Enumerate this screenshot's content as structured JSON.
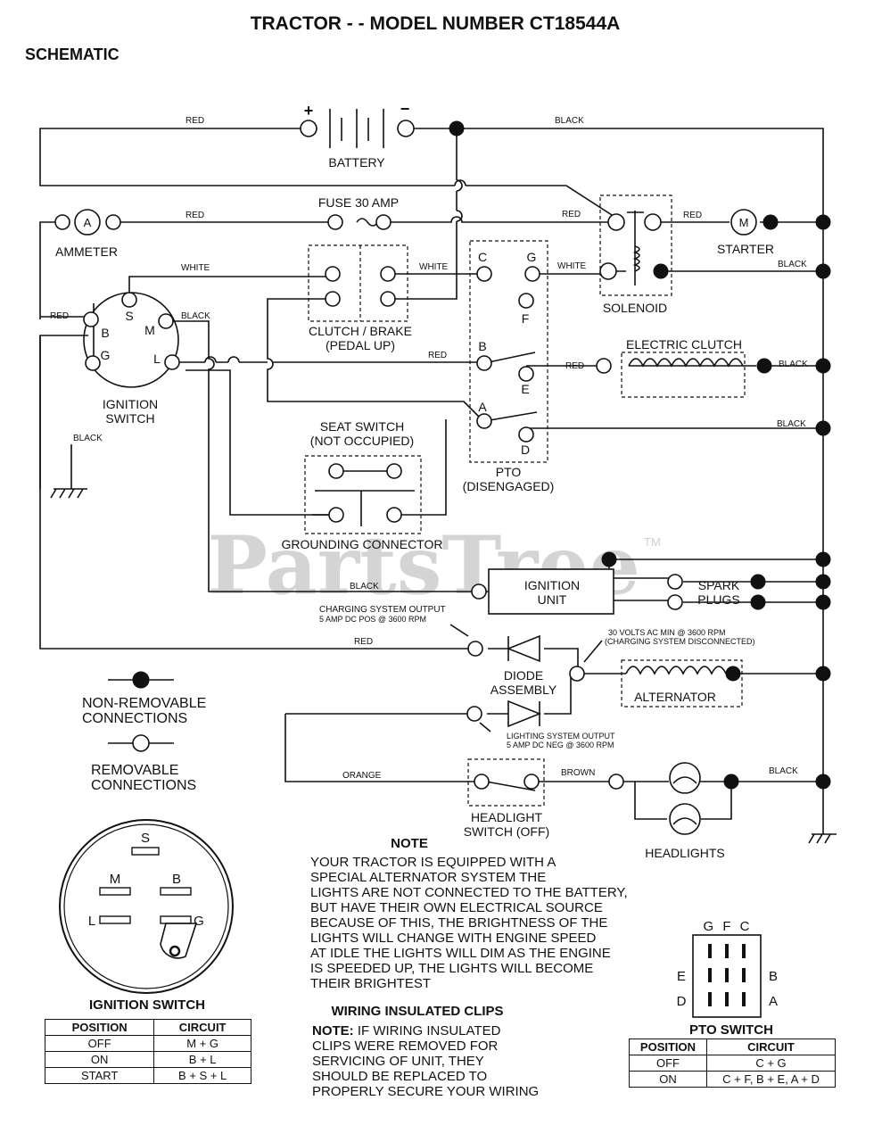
{
  "title": "TRACTOR - - MODEL NUMBER CT18544A",
  "subtitle": "SCHEMATIC",
  "watermark": "PartsTree",
  "watermark_tm": "TM",
  "components": {
    "battery": "BATTERY",
    "battery_plus": "+",
    "battery_minus": "−",
    "fuse": "FUSE 30 AMP",
    "ammeter": "AMMETER",
    "ammeter_symbol": "A",
    "starter": "STARTER",
    "starter_symbol": "M",
    "solenoid": "SOLENOID",
    "clutch_brake_1": "CLUTCH / BRAKE",
    "clutch_brake_2": "(PEDAL UP)",
    "electric_clutch": "ELECTRIC CLUTCH",
    "ignition_switch_1": "IGNITION",
    "ignition_switch_2": "SWITCH",
    "seat_switch_1": "SEAT SWITCH",
    "seat_switch_2": "(NOT OCCUPIED)",
    "grounding_connector": "GROUNDING CONNECTOR",
    "pto_1": "PTO",
    "pto_2": "(DISENGAGED)",
    "ignition_unit_1": "IGNITION",
    "ignition_unit_2": "UNIT",
    "spark_plugs_1": "SPARK",
    "spark_plugs_2": "PLUGS",
    "diode_1": "DIODE",
    "diode_2": "ASSEMBLY",
    "alternator": "ALTERNATOR",
    "headlight_switch_1": "HEADLIGHT",
    "headlight_switch_2": "SWITCH (OFF)",
    "headlights": "HEADLIGHTS"
  },
  "terminals": {
    "S": "S",
    "B": "B",
    "M": "M",
    "G": "G",
    "L": "L",
    "pto_C": "C",
    "pto_G": "G",
    "pto_F": "F",
    "pto_B": "B",
    "pto_E": "E",
    "pto_A": "A",
    "pto_D": "D"
  },
  "wires": {
    "red": "RED",
    "black": "BLACK",
    "white": "WHITE",
    "orange": "ORANGE",
    "brown": "BROWN"
  },
  "annotations": {
    "charging_output_1": "CHARGING SYSTEM OUTPUT",
    "charging_output_2": "5 AMP DC POS  @ 3600 RPM",
    "volts_ac_1": "30 VOLTS AC MIN  @ 3600 RPM",
    "volts_ac_2": "(CHARGING SYSTEM DISCONNECTED)",
    "lighting_output_1": "LIGHTING SYSTEM OUTPUT",
    "lighting_output_2": "5 AMP DC NEG  @ 3600 RPM"
  },
  "legend": {
    "non_removable_1": "NON-REMOVABLE",
    "non_removable_2": "CONNECTIONS",
    "removable_1": "REMOVABLE",
    "removable_2": "CONNECTIONS"
  },
  "ignition_face": {
    "S": "S",
    "M": "M",
    "B": "B",
    "L": "L",
    "G": "G"
  },
  "ignition_table": {
    "caption": "IGNITION SWITCH",
    "headers": [
      "POSITION",
      "CIRCUIT"
    ],
    "rows": [
      [
        "OFF",
        "M + G"
      ],
      [
        "ON",
        "B + L"
      ],
      [
        "START",
        "B + S + L"
      ]
    ]
  },
  "pto_face": {
    "top": "G F C",
    "E": "E",
    "B": "B",
    "D": "D",
    "A": "A"
  },
  "pto_table": {
    "caption": "PTO SWITCH",
    "headers": [
      "POSITION",
      "CIRCUIT"
    ],
    "rows": [
      [
        "OFF",
        "C + G"
      ],
      [
        "ON",
        "C + F, B + E, A + D"
      ]
    ]
  },
  "note": {
    "heading": "NOTE",
    "lines": [
      "YOUR TRACTOR IS EQUIPPED WITH A",
      "SPECIAL ALTERNATOR SYSTEM   THE",
      "LIGHTS ARE NOT CONNECTED TO THE BATTERY,",
      "BUT HAVE THEIR OWN ELECTRICAL SOURCE",
      "BECAUSE OF THIS, THE BRIGHTNESS OF THE",
      "LIGHTS WILL CHANGE WITH ENGINE SPEED",
      "AT IDLE THE LIGHTS WILL DIM   AS THE ENGINE",
      "IS SPEEDED UP, THE LIGHTS WILL BECOME",
      "THEIR BRIGHTEST"
    ]
  },
  "clips_note": {
    "heading": "WIRING INSULATED CLIPS",
    "lead": "NOTE:",
    "lines": [
      " IF WIRING INSULATED",
      "CLIPS WERE REMOVED FOR",
      "SERVICING OF UNIT, THEY",
      "SHOULD BE REPLACED TO",
      "PROPERLY SECURE YOUR WIRING"
    ]
  }
}
